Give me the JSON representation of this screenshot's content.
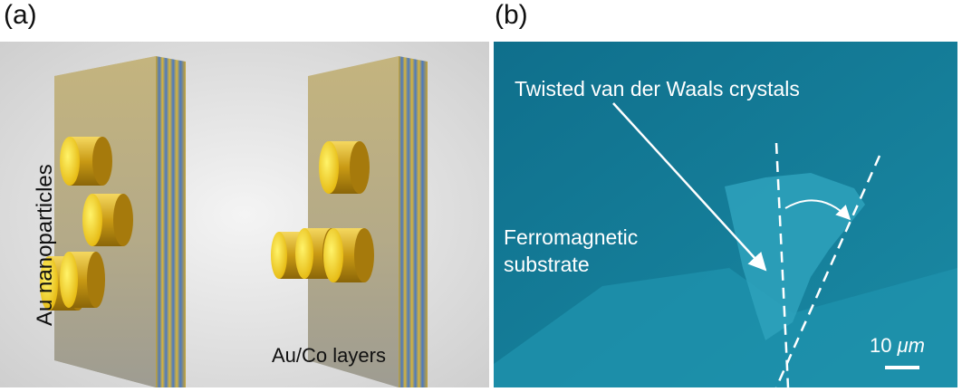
{
  "panel_a": {
    "label": "(a)",
    "axis_text": "Au nanoparticles",
    "layers_text": "Au/Co layers",
    "colors": {
      "background": "#dcdcdc",
      "slab": "#b9ad84",
      "gold": "#f0c61a",
      "layer_blue": "#4a7ac0"
    }
  },
  "panel_b": {
    "label": "(b)",
    "crystal_label": "Twisted van der Waals crystals",
    "substrate_label": "Ferromagnetic substrate",
    "scale_value": "10",
    "scale_unit": "μm",
    "colors": {
      "background": "#137e99",
      "flake": "#2d9bb4",
      "text": "#ffffff"
    }
  }
}
